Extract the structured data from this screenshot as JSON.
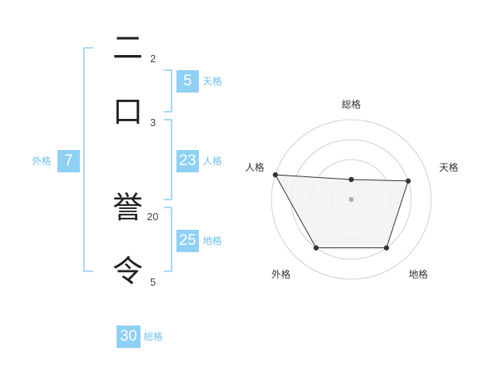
{
  "name": {
    "characters": [
      {
        "char": "二",
        "strokes": "2"
      },
      {
        "char": "口",
        "strokes": "3"
      },
      {
        "char": "誉",
        "strokes": "20"
      },
      {
        "char": "令",
        "strokes": "5"
      }
    ]
  },
  "fortunes": {
    "gaikaku": {
      "value": "7",
      "label": "外格"
    },
    "tenkaku": {
      "value": "5",
      "label": "天格"
    },
    "jinkaku": {
      "value": "23",
      "label": "人格"
    },
    "chikaku": {
      "value": "25",
      "label": "地格"
    },
    "soukaku": {
      "value": "30",
      "label": "総格"
    }
  },
  "radar": {
    "axes": [
      "総格",
      "天格",
      "地格",
      "外格",
      "人格"
    ],
    "levels": 4,
    "values": {
      "総格": 0.25,
      "天格": 0.75,
      "地格": 0.75,
      "外格": 0.75,
      "人格": 1.0
    },
    "colors": {
      "ring": "#d0d0d0",
      "fill": "#f2f2f2",
      "line": "#333333",
      "point": "#333333",
      "center": "#aaaaaa"
    }
  },
  "colors": {
    "accent": "#8fd0f5",
    "bracket": "#8fd0f5"
  }
}
